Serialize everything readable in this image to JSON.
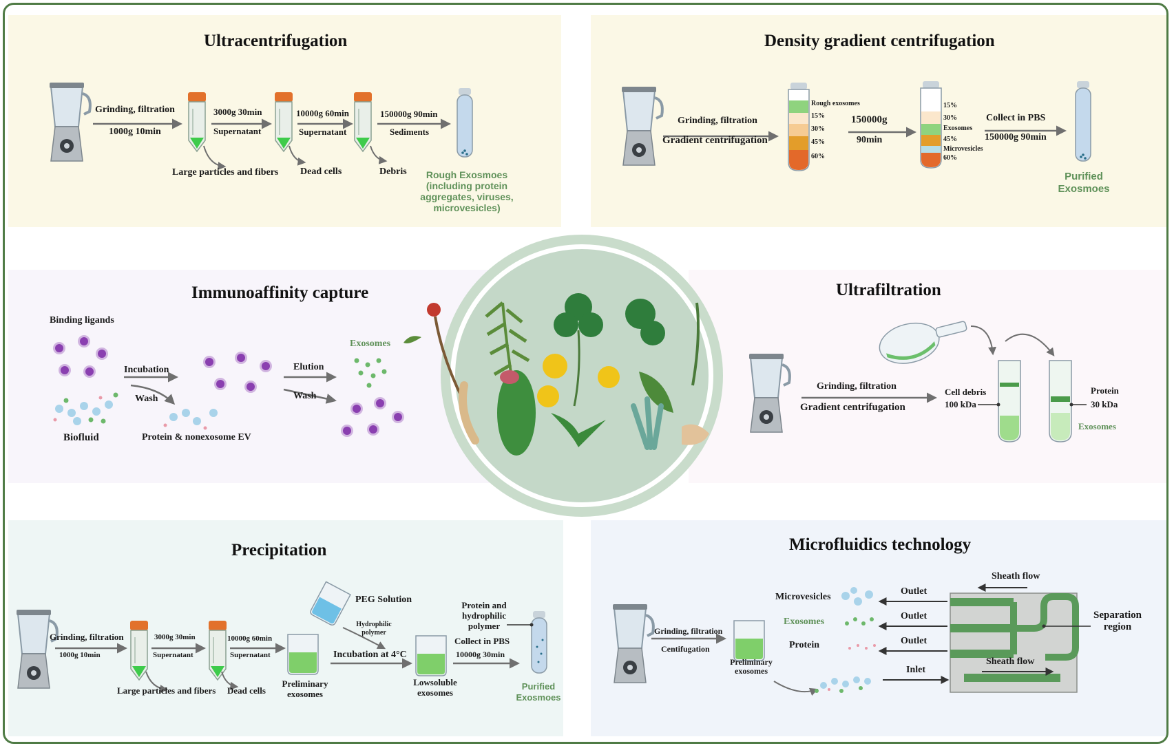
{
  "panels": {
    "ultracentrifugation": {
      "title": "Ultracentrifugation",
      "step1_top": "Grinding, filtration",
      "step1_bottom": "1000g 10min",
      "step2_top": "3000g 30min",
      "step2_bottom": "Supernatant",
      "step3_top": "10000g 60min",
      "step3_bottom": "Supernatant",
      "step4_top": "150000g 90min",
      "step4_bottom": "Sediments",
      "waste1": "Large particles and fibers",
      "waste2": "Dead cells",
      "waste3": "Debris",
      "result": [
        "Rough Exosmoes",
        "(including protein",
        "aggregates, viruses,",
        "microvesicles)"
      ]
    },
    "density": {
      "title": "Density gradient centrifugation",
      "step1_top": "Grinding, filtration",
      "step1_bottom": "Gradient centrifugation",
      "tube1_labels": [
        "Rough exosomes",
        "15%",
        "30%",
        "45%",
        "60%"
      ],
      "step2_top": "150000g",
      "step2_bottom": "90min",
      "tube2_labels": [
        "15%",
        "30%",
        "Exosomes",
        "45%",
        "Microvesicles",
        "60%"
      ],
      "step3_top": "Collect in PBS",
      "step3_bottom": "150000g 90min",
      "result": [
        "Purified",
        "Exosmoes"
      ]
    },
    "immuno": {
      "title": "Immunoaffinity capture",
      "ligands": "Binding ligands",
      "biofluid": "Biofluid",
      "incubation": "Incubation",
      "wash1": "Wash",
      "protein": "Protein & nonexosome EV",
      "elution": "Elution",
      "wash2": "Wash",
      "exosomes": "Exosomes"
    },
    "ultrafiltration": {
      "title": "Ultrafiltration",
      "step_top": "Grinding, filtration",
      "step_bottom": "Gradient centrifugation",
      "cell_debris": "Cell debris",
      "kda100": "100 kDa",
      "protein": "Protein",
      "kda30": "30 kDa",
      "exosomes": "Exosomes"
    },
    "precipitation": {
      "title": "Precipitation",
      "step1_top": "Grinding, filtration",
      "step1_bottom": "1000g 10min",
      "step2_top": "3000g 30min",
      "step2_bottom": "Supernatant",
      "step3_top": "10000g 60min",
      "step3_bottom": "Supernatant",
      "waste1": "Large particles and fibers",
      "waste2": "Dead cells",
      "preliminary": [
        "Preliminary",
        "exosomes"
      ],
      "peg": "PEG Solution",
      "hydrophilic": [
        "Hydrophilic",
        "polymer"
      ],
      "incubation": "Incubation at 4°C",
      "lowsoluble": [
        "Lowsoluble",
        "exosomes"
      ],
      "protein_poly": [
        "Protein and",
        "hydrophilic",
        "polymer"
      ],
      "collect_top": "Collect in PBS",
      "collect_bottom": "10000g 30min",
      "result": [
        "Purified",
        "Exosmoes"
      ]
    },
    "microfluidics": {
      "title": "Microfluidics technology",
      "step_top": "Grinding, filtration",
      "step_bottom": "Centifugation",
      "preliminary": [
        "Preliminary",
        "exosomes"
      ],
      "microvesicles": "Microvesicles",
      "exosomes": "Exosomes",
      "protein": "Protein",
      "outlet1": "Outlet",
      "outlet2": "Outlet",
      "outlet3": "Outlet",
      "inlet": "Inlet",
      "sheath_top": "Sheath flow",
      "sheath_bottom": "Sheath flow",
      "separation": [
        "Separation",
        "region"
      ]
    }
  },
  "colors": {
    "frame": "#4f7b45",
    "accent_green": "#5f9159",
    "arrow": "#6f6f6f",
    "tube_cap": "#e2712b",
    "purple": "#8a3fb0"
  },
  "icons": [
    "blender-icon",
    "centrifuge-tube-icon",
    "test-tube-icon",
    "beaker-icon",
    "flask-icon",
    "plant-illustration",
    "microfluidic-chip-icon"
  ]
}
